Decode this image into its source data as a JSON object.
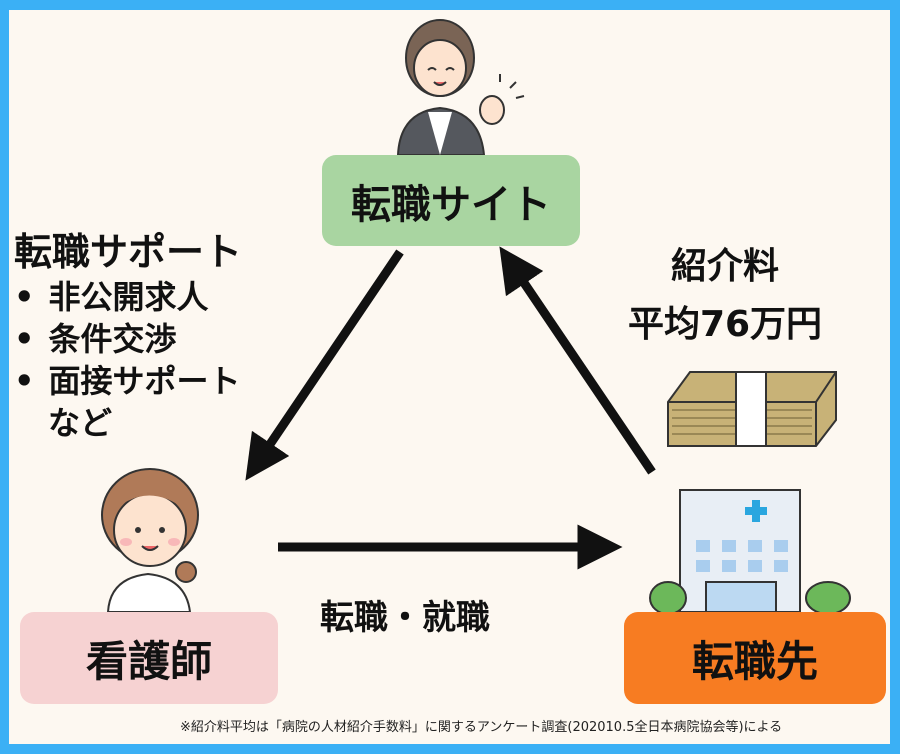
{
  "nodes": {
    "site": "転職サイト",
    "nurse": "看護師",
    "destination": "転職先"
  },
  "support": {
    "title": "転職サポート",
    "items": [
      "非公開求人",
      "条件交渉",
      "面接サポート"
    ],
    "etc": "など"
  },
  "fee": {
    "label": "紹介料",
    "amount": "平均76万円"
  },
  "flow_label": "転職・就職",
  "footnote": "※紹介料平均は「病院の人材紹介手数料」に関するアンケート調査(202010.5全日本病院協会等)による",
  "colors": {
    "frame": "#3bb0f5",
    "background": "#fdf8f1",
    "site": "#a9d5a1",
    "nurse": "#f6d2d2",
    "destination": "#f77c22"
  }
}
